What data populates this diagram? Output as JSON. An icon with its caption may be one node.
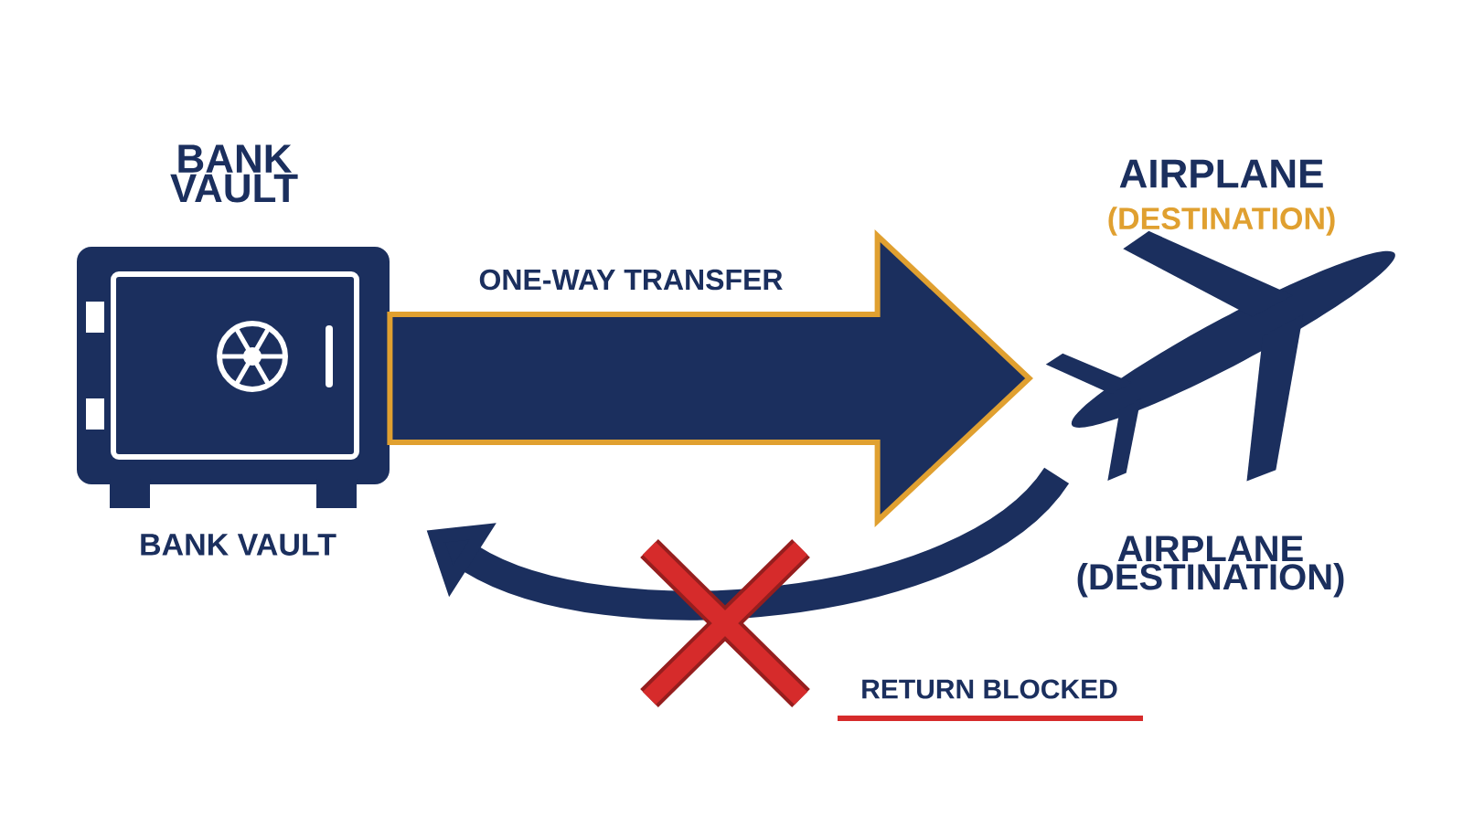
{
  "diagram": {
    "nodes": [
      {
        "text": [
          "BANK VAULT"
        ],
        "beside": [
          "BANK VAULT"
        ]
      },
      {
        "text": [
          "AIRPLANE",
          "(DESTINATION)"
        ],
        "beside": [
          "AIRPLANE (DESTINATION)"
        ]
      }
    ],
    "edges": [
      {
        "from": 0,
        "to": 1,
        "arrow": "to",
        "label": "ONE-WAY TRANSFER",
        "style": "thick"
      },
      {
        "from": 1,
        "to": 0,
        "arrow": "to",
        "label": "RETURN BLOCKED",
        "color": "#1b2f5e"
      }
    ]
  }
}
